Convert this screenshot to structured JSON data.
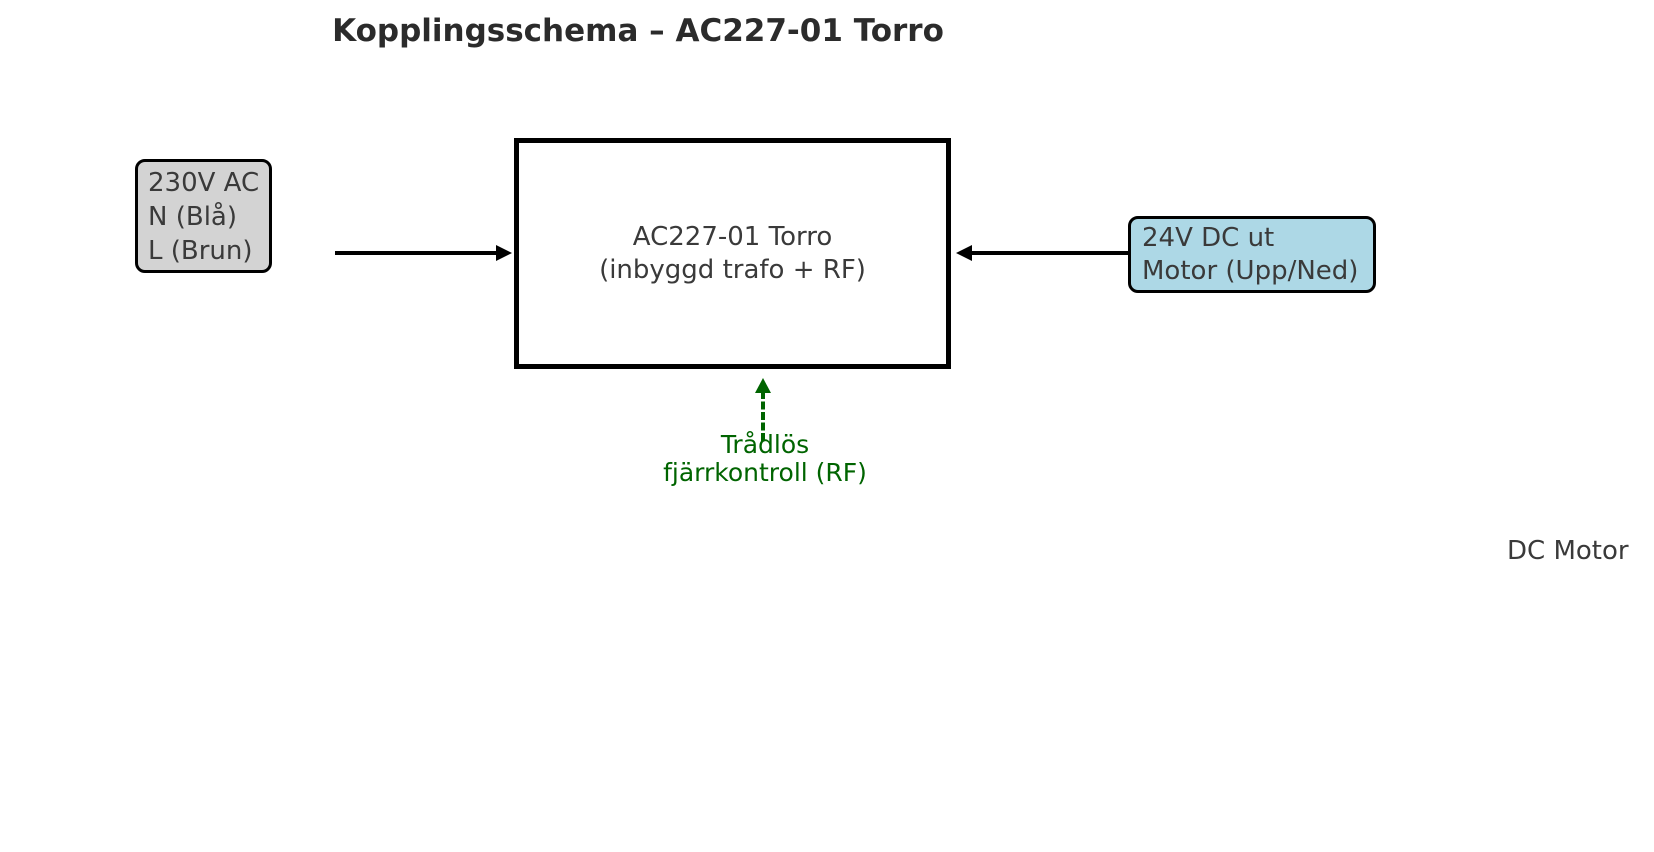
{
  "title": "Kopplingsschema – AC227-01 Torro",
  "boxes": {
    "power": {
      "line1": "230V AC",
      "line2": "N (Blå)",
      "line3": "L (Brun)"
    },
    "controller": {
      "line1": "AC227-01 Torro",
      "line2": "(inbyggd trafo + RF)"
    },
    "motor": {
      "line1": "24V DC ut",
      "line2": "Motor (Upp/Ned)"
    }
  },
  "labels": {
    "rf_line1": "Trådlös",
    "rf_line2": "fjärrkontroll (RF)",
    "dc_motor": "DC Motor"
  },
  "colors": {
    "background": "#ffffff",
    "power_fill": "#d3d3d3",
    "controller_fill": "#ffffff",
    "motor_fill": "#add8e6",
    "border": "#000000",
    "arrow": "#000000",
    "rf_green": "#006400",
    "title_text": "#2b2b2b",
    "box_text": "#3a3a3a"
  }
}
